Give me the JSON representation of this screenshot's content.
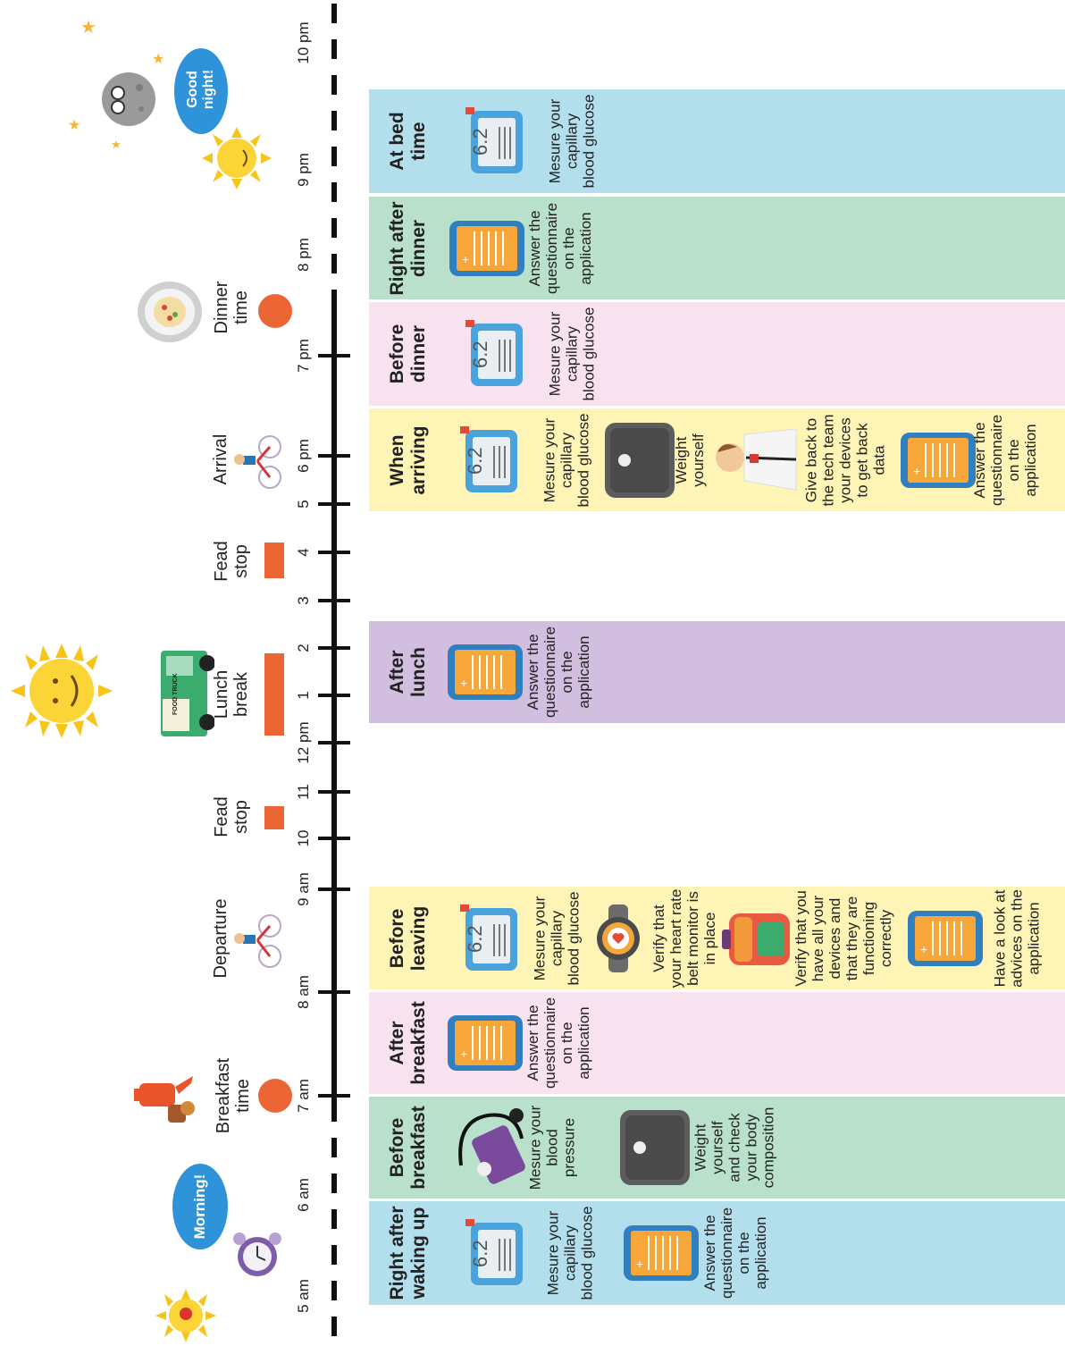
{
  "timeline": {
    "hours": [
      "5 am",
      "6 am",
      "7 am",
      "8 am",
      "9 am",
      "10",
      "11",
      "12 pm",
      "1",
      "2",
      "3",
      "4",
      "5",
      "6 pm",
      "7 pm",
      "8 pm",
      "9 pm",
      "10 pm"
    ],
    "events": [
      {
        "label": "Breakfast\ntime",
        "marker": "dot"
      },
      {
        "label": "Departure",
        "marker": "bike"
      },
      {
        "label": "Fead\nstop",
        "marker": "bar"
      },
      {
        "label": "Lunch\nbreak",
        "marker": "bar"
      },
      {
        "label": "Fead\nstop",
        "marker": "bar"
      },
      {
        "label": "Arrival",
        "marker": "bike"
      },
      {
        "label": "Dinner\ntime",
        "marker": "dot"
      }
    ],
    "bubbles": {
      "morning": "Morning!",
      "night": "Good\nnight!"
    }
  },
  "bands": [
    {
      "title": "Right after\nwaking up",
      "color": "#b3dfec",
      "tasks": [
        {
          "icon": "glucose-meter-icon",
          "text": "Mesure your\ncapillary\nblood glucose"
        },
        {
          "icon": "phone-app-icon",
          "text": "Answer the\nquestionnaire\non the\napplication"
        }
      ]
    },
    {
      "title": "Before\nbreakfast",
      "color": "#b8e0cb",
      "tasks": [
        {
          "icon": "blood-pressure-icon",
          "text": "Mesure your\nblood\npressure"
        },
        {
          "icon": "scale-icon",
          "text": "Weight\nyourself\nand check\nyour body\ncomposition"
        }
      ]
    },
    {
      "title": "After\nbreakfast",
      "color": "#f9e2ef",
      "tasks": [
        {
          "icon": "phone-app-icon",
          "text": "Answer the\nquestionnaire\non the\napplication"
        }
      ]
    },
    {
      "title": "Before\nleaving",
      "color": "#fdf4b5",
      "tasks": [
        {
          "icon": "glucose-meter-icon",
          "text": "Mesure your\ncapillary\nblood glucose"
        },
        {
          "icon": "heart-watch-icon",
          "text": "Verify that\nyour heart rate\nbelt monitor is\nin place"
        },
        {
          "icon": "backpack-icon",
          "text": "Verify that you\nhave all your\ndevices and\nthat they are\nfunctioning\ncorrectly"
        },
        {
          "icon": "phone-app-icon",
          "text": "Have a look at\nadvices on the\napplication"
        }
      ]
    },
    {
      "title": "After\nlunch",
      "color": "#d2bedf",
      "tasks": [
        {
          "icon": "phone-app-icon",
          "text": "Answer the\nquestionnaire\non the\napplication"
        }
      ]
    },
    {
      "title": "When\narriving",
      "color": "#fdf4b5",
      "tasks": [
        {
          "icon": "glucose-meter-icon",
          "text": "Mesure your\ncapillary\nblood glucose"
        },
        {
          "icon": "scale-icon",
          "text": "Weight\nyourself"
        },
        {
          "icon": "tech-person-icon",
          "text": "Give back to\nthe tech team\nyour devices\nto get back\ndata"
        },
        {
          "icon": "phone-app-icon",
          "text": "Answer the\nquestionnaire\non the\napplication"
        }
      ]
    },
    {
      "title": "Before\ndinner",
      "color": "#f9e2ef",
      "tasks": [
        {
          "icon": "glucose-meter-icon",
          "text": "Mesure your\ncapillary\nblood glucose"
        }
      ]
    },
    {
      "title": "Right after\ndinner",
      "color": "#b8e0cb",
      "tasks": [
        {
          "icon": "phone-app-icon",
          "text": "Answer the\nquestionnaire\non the\napplication"
        }
      ]
    },
    {
      "title": "At bed\ntime",
      "color": "#b3dfec",
      "tasks": [
        {
          "icon": "glucose-meter-icon",
          "text": "Mesure your\ncapillary\nblood glucose"
        }
      ]
    }
  ],
  "glucose_reading": "6.2"
}
